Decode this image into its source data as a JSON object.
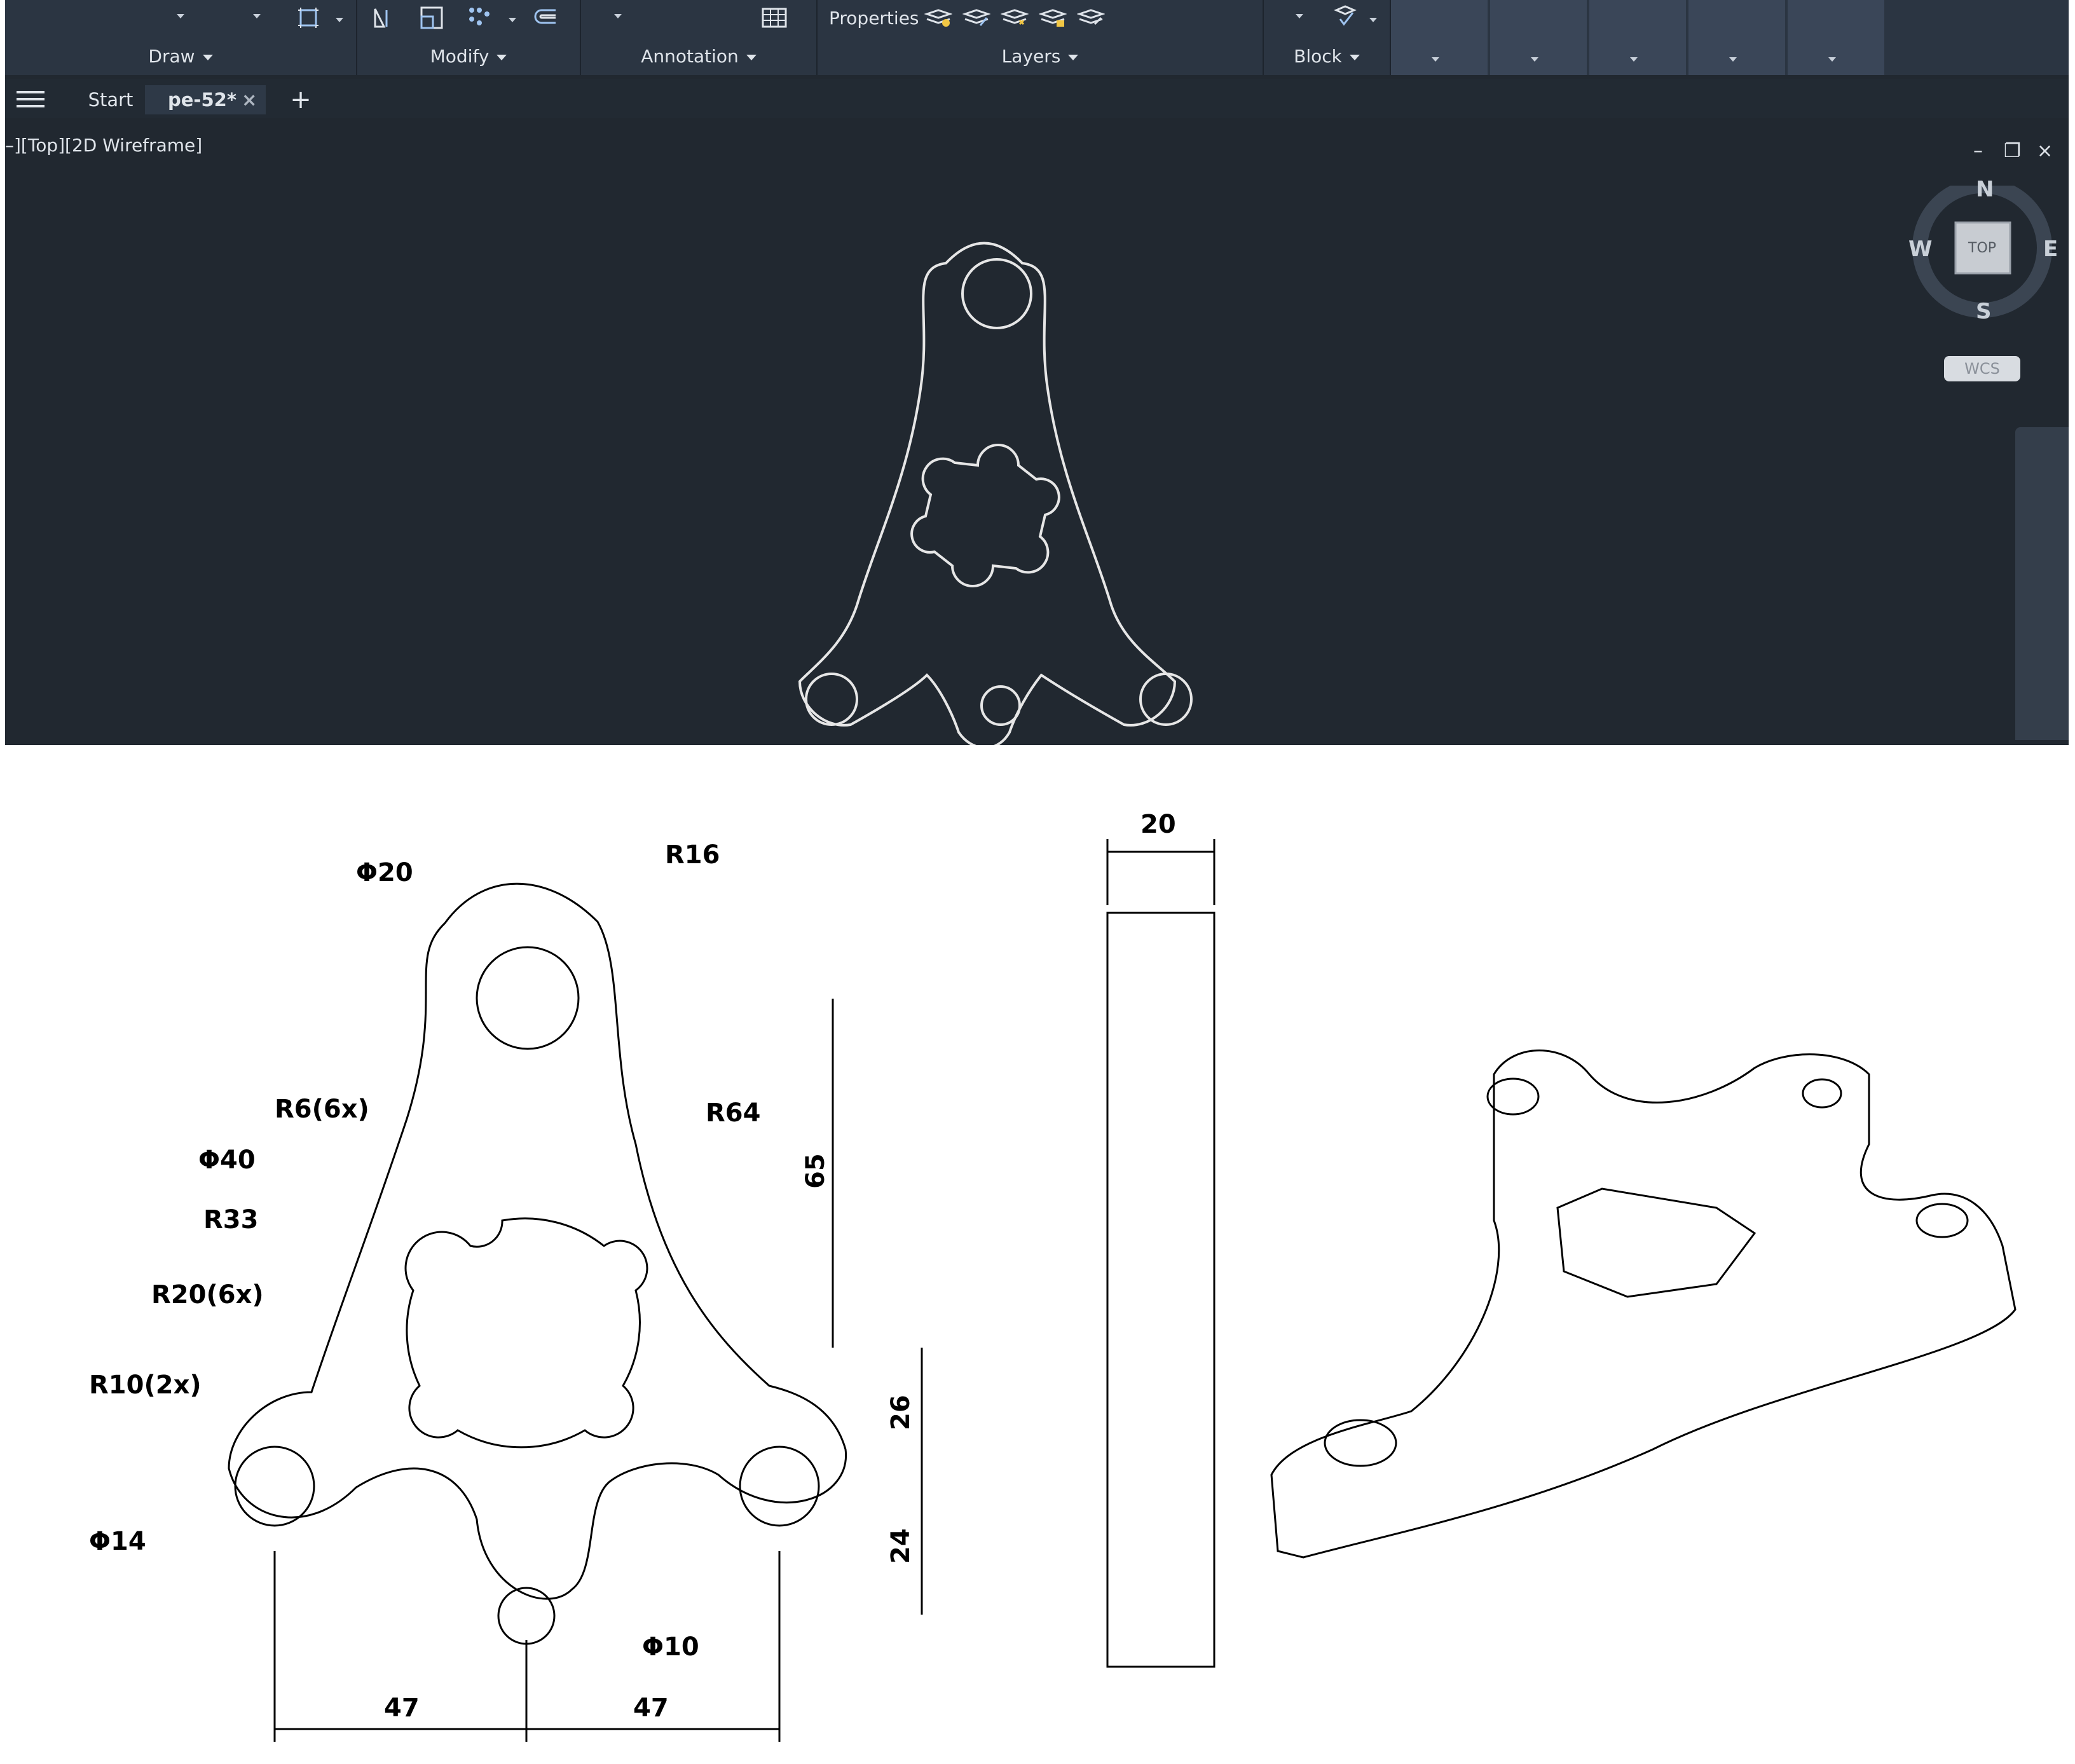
{
  "ribbon": {
    "panels": [
      {
        "label": "Draw"
      },
      {
        "label": "Modify"
      },
      {
        "label": "Annotation"
      },
      {
        "label": "Layers"
      },
      {
        "label": "Block"
      }
    ],
    "properties_label": "Properties"
  },
  "tabs": {
    "start": "Start",
    "active": "pe-52*",
    "close": "×",
    "new": "+"
  },
  "viewport": {
    "label": "–][Top][2D Wireframe]",
    "minimize": "–",
    "restore": "❐",
    "close": "×"
  },
  "viewcube": {
    "north": "N",
    "south": "S",
    "east": "E",
    "west": "W",
    "face": "TOP",
    "wcs": "WCS"
  },
  "drawing": {
    "dims": {
      "d20": "Φ20",
      "r16": "R16",
      "r6": "R6(6x)",
      "r64": "R64",
      "d40": "Φ40",
      "r33": "R33",
      "r20": "R20(6x)",
      "r10": "R10(2x)",
      "d14": "Φ14",
      "d10": "Φ10",
      "h65": "65",
      "h26": "26",
      "h24": "24",
      "w47a": "47",
      "w47b": "47",
      "thick": "20"
    }
  },
  "colors": {
    "ribbon_bg": "#2b3542",
    "viewport_bg": "#212830",
    "line_white": "#e6e6e6",
    "text": "#dfe4ea"
  }
}
